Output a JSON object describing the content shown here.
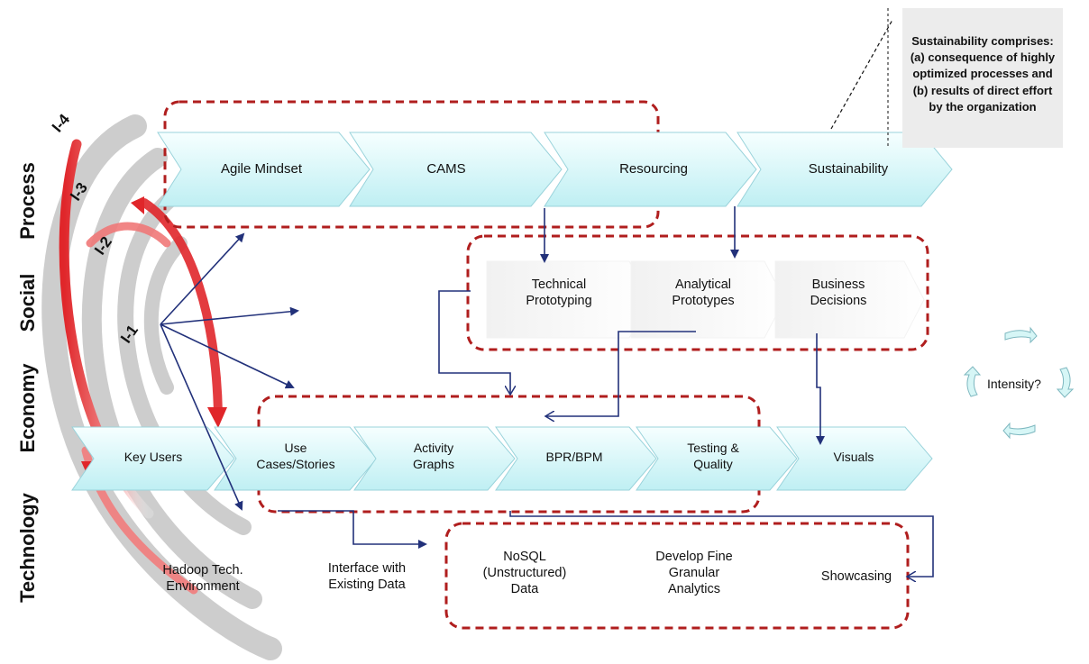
{
  "dimensions": [
    "Process",
    "Social",
    "Economy",
    "Technology"
  ],
  "iterations": [
    "I-4",
    "I-3",
    "I-2",
    "I-1"
  ],
  "process_row": [
    "Agile Mindset",
    "CAMS",
    "Resourcing",
    "Sustainability"
  ],
  "prototype_row": [
    "Technical\nPrototyping",
    "Analytical\nPrototypes",
    "Business\nDecisions"
  ],
  "user_row": [
    "Key Users",
    "Use\nCases/Stories",
    "Activity\nGraphs",
    "BPR/BPM",
    "Testing &\nQuality",
    "Visuals"
  ],
  "bottom_labels": [
    "Hadoop Tech.\nEnvironment",
    "Interface with\nExisting Data"
  ],
  "analytics_row": [
    "NoSQL\n(Unstructured)\nData",
    "Develop Fine\nGranular\nAnalytics",
    "Showcasing"
  ],
  "note": "Sustainability comprises:\n(a) consequence of highly optimized processes and\n(b) results of direct effort by the organization",
  "intensity_label": "Intensity?",
  "colors": {
    "chevron_fill_top": "#f6ffff",
    "chevron_fill_bottom": "#bfeff3",
    "chevron_stroke": "#9ad3db",
    "dashed_border": "#b01e1e",
    "connector": "#22317a",
    "spiral_red": "#e0262a",
    "spiral_gray": "#b8b8b8"
  }
}
